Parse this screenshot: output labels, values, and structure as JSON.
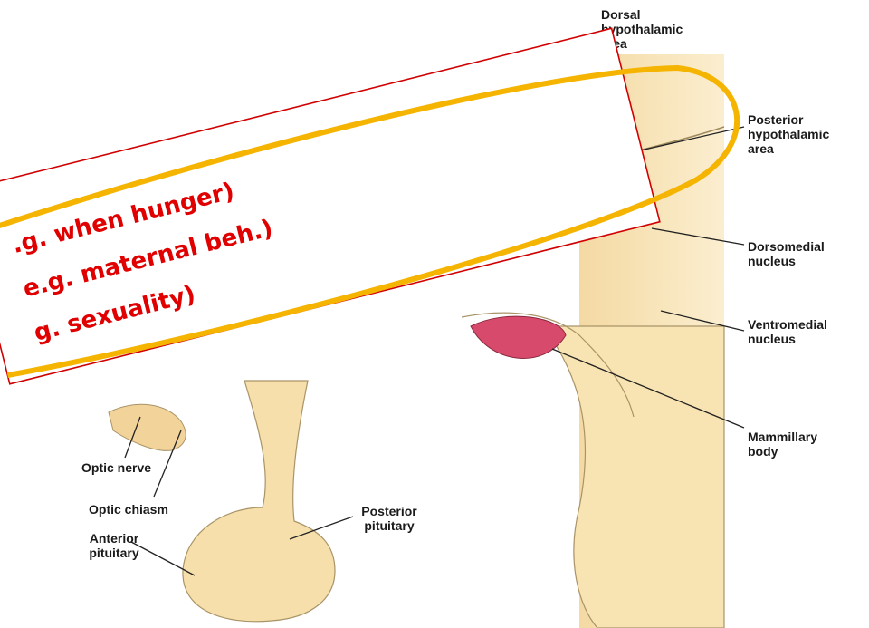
{
  "labels": {
    "dorsal_area": "Dorsal\nhypothalamic\narea",
    "posterior_area": "Posterior\nhypothalamic\narea",
    "dorsomedial": "Dorsomedial\nnucleus",
    "ventromedial": "Ventromedial\nnucleus",
    "mammillary": "Mammillary\nbody",
    "optic_nerve": "Optic nerve",
    "optic_chiasm": "Optic chiasm",
    "anterior_pituitary": "Anterior\npituitary",
    "posterior_pituitary": "Posterior\npituitary"
  },
  "overlay": {
    "line1": ".g. when hunger)",
    "line2": "e.g. maternal beh.)",
    "line3": "g. sexuality)"
  },
  "colors": {
    "tissue": "#f6dfaa",
    "tissue_edge": "#a99468",
    "mammillary": "#d84a6c",
    "highlight": "#f5b400",
    "note_text": "#e00000",
    "panel_border": "#d00000"
  }
}
